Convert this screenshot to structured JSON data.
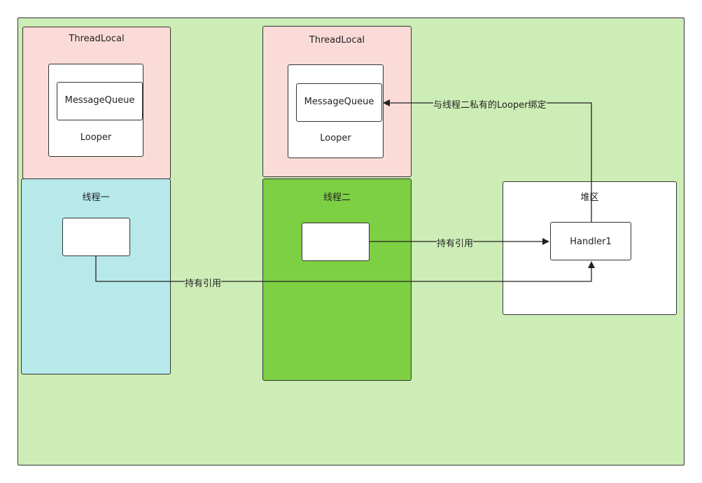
{
  "diagram": {
    "threadlocal_one": {
      "title": "ThreadLocal",
      "looper": "Looper",
      "queue": "MessageQueue"
    },
    "threadlocal_two": {
      "title": "ThreadLocal",
      "looper": "Looper",
      "queue": "MessageQueue"
    },
    "thread_one": {
      "title": "线程一"
    },
    "thread_two": {
      "title": "线程二"
    },
    "heap": {
      "title": "堆区",
      "handler": "Handler1"
    },
    "edges": {
      "thread_one_ref": "持有引用",
      "thread_two_ref": "持有引用",
      "bind": "与线程二私有的Looper绑定"
    }
  },
  "colors": {
    "background": "#cdedb6",
    "threadlocal": "#fadbd8",
    "thread_one": "#b7e9eb",
    "thread_two": "#7dd043",
    "stroke": "#333333"
  }
}
